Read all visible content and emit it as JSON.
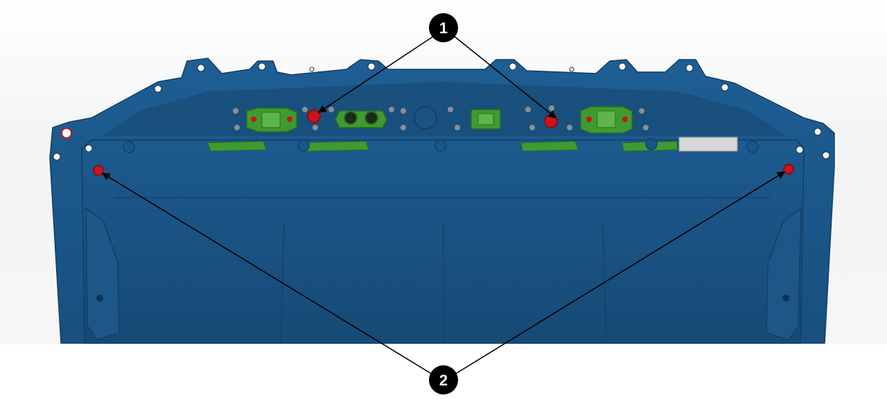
{
  "figure": {
    "subject": "battery-pack-enclosure",
    "colors": {
      "background_top": "#f4f5f6",
      "background_bottom": "#ffffff",
      "enclosure_blue": "#1a5283",
      "enclosure_blue_dark": "#154770",
      "enclosure_blue_light": "#2a6aa0",
      "connector_green": "#3e9b2f",
      "connector_green_dark": "#2c6e22",
      "plug_red": "#c8161d",
      "callout_fill": "#000000",
      "callout_text": "#ffffff",
      "leader_line": "#000000"
    }
  },
  "callouts": [
    {
      "id": "1",
      "label": "1"
    },
    {
      "id": "2",
      "label": "2"
    }
  ]
}
